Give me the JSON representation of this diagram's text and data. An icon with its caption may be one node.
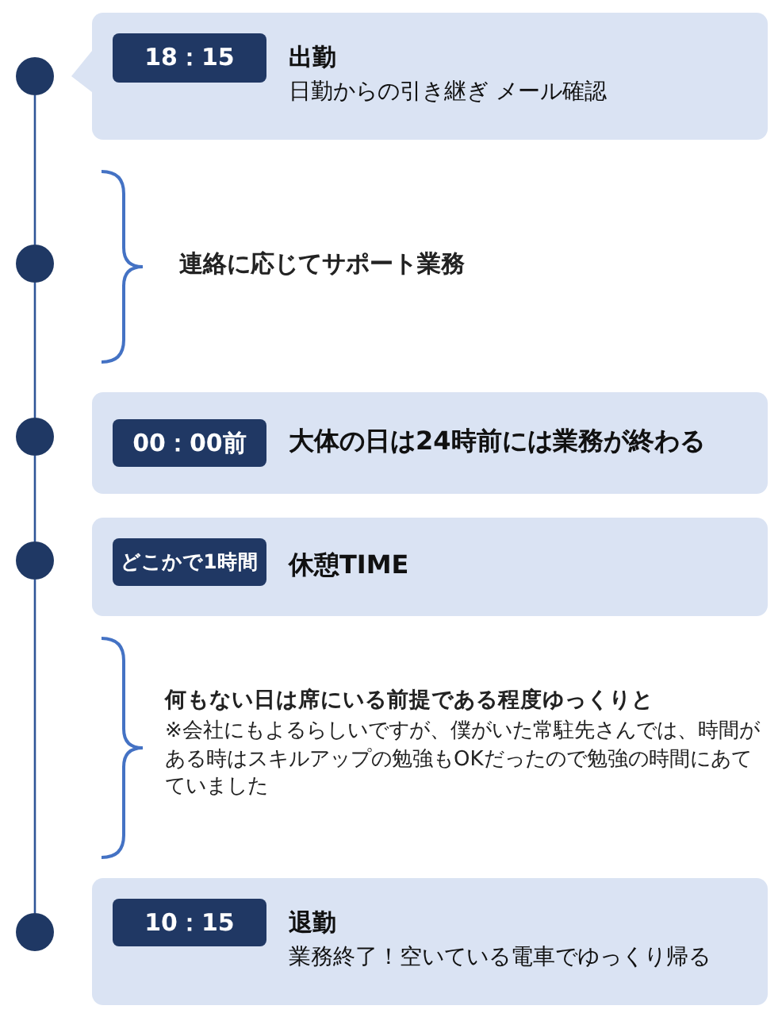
{
  "diagram": {
    "nodes": [
      {
        "text": [],
        "shape": "circle"
      },
      {
        "text": [
          "出勤",
          "日勤からの引き継ぎ メール確認"
        ]
      },
      {
        "text": [
          "18：15"
        ],
        "in": 1
      },
      {
        "text": [],
        "shape": "circle"
      },
      {
        "text": [],
        "shape": "circle"
      },
      {
        "text": [
          "大体の日は24時前には業務が終わる"
        ]
      },
      {
        "text": [
          "00：00前"
        ],
        "in": 5
      },
      {
        "text": [],
        "shape": "circle"
      },
      {
        "text": [
          "休憩TIME"
        ]
      },
      {
        "text": [
          "どこかで1時間"
        ],
        "in": 8
      },
      {
        "text": [],
        "shape": "circle"
      },
      {
        "text": [
          "退勤",
          "業務終了！空いている電車でゆっくり帰る"
        ]
      },
      {
        "text": [
          "10：15"
        ],
        "in": 11
      }
    ],
    "edges": [
      {
        "from": 0,
        "to": 3,
        "arrow": "none"
      },
      {
        "from": 3,
        "to": 4,
        "arrow": "none"
      },
      {
        "from": 4,
        "to": 7,
        "arrow": "none"
      },
      {
        "from": 7,
        "to": 10,
        "arrow": "none"
      }
    ],
    "labels": [
      "連絡に応じてサポート業務",
      "何もない日は席にいる前提である程度ゆっくりと",
      "※会社にもよるらしいですが、僕がいた常駐先さんでは、時間がある時はスキルアップの勉強もOKだったので勉強の時間にあてていました"
    ]
  }
}
